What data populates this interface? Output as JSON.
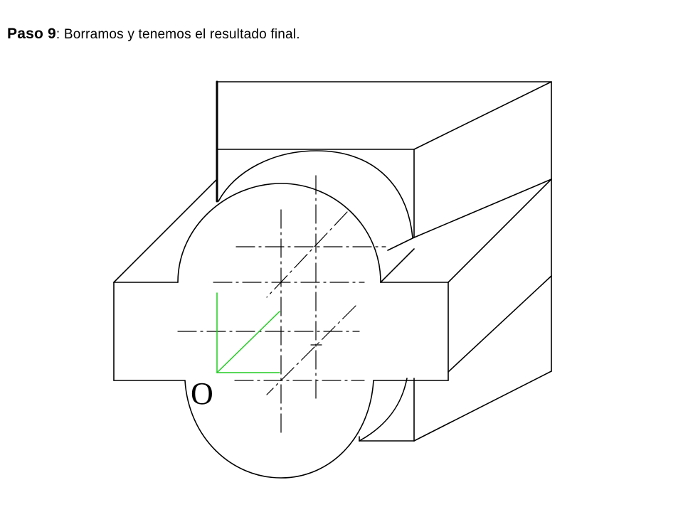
{
  "caption": {
    "step": "Paso 9",
    "separator": ":",
    "text": " Borramos y tenemos el resultado final."
  },
  "diagram": {
    "origin_label": "O",
    "colors": {
      "line": "#000000",
      "axis": "#22cc22",
      "background": "#ffffff"
    }
  }
}
